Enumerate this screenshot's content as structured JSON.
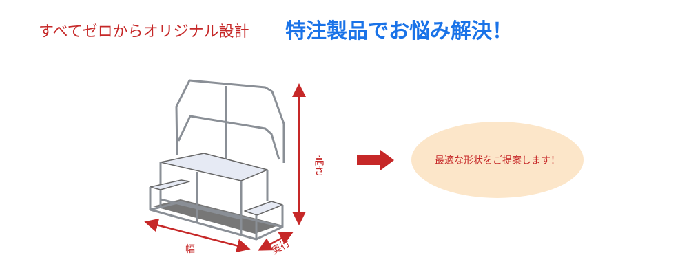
{
  "header": {
    "subtitle": "すべてゼロからオリジナル設計",
    "title": "特注製品でお悩み解決！"
  },
  "diagram": {
    "height_label": "高さ",
    "width_label": "幅",
    "depth_label": "奥行"
  },
  "callout": {
    "text": "最適な形状をご提案します！"
  },
  "colors": {
    "accent_red": "#c62828",
    "accent_blue": "#1a73e8",
    "callout_bg": "#fce6c9"
  }
}
